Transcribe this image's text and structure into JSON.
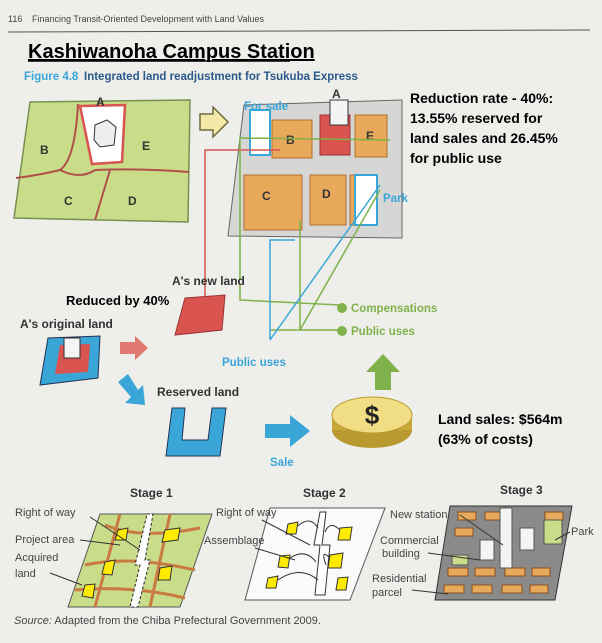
{
  "header": {
    "page_number": "116",
    "running_title": "Financing Transit-Oriented Development with Land Values"
  },
  "title": "Kashiwanoha Campus Station",
  "figure": {
    "number": "Figure 4.8",
    "caption": "Integrated land readjustment for Tsukuba Express"
  },
  "before_map": {
    "parcels": [
      "A",
      "B",
      "E",
      "C",
      "D"
    ]
  },
  "after_map": {
    "for_sale": "For sale",
    "parcels": [
      "A",
      "B",
      "E",
      "C",
      "D"
    ],
    "park": "Park"
  },
  "annotations": {
    "reduction": [
      "Reduction rate - 40%:",
      "13.55% reserved for",
      "land sales and 26.45%",
      "for public use"
    ],
    "reduced": "Reduced by 40%",
    "land_sales": [
      "Land sales: $564m",
      "(63% of costs)"
    ]
  },
  "flow": {
    "new_land": "A's new land",
    "original_land": "A's original land",
    "reserved_land": "Reserved land",
    "public_uses_blue": "Public uses",
    "compensations": "Compensations",
    "public_uses_green": "Public uses",
    "sale": "Sale",
    "coin_symbol": "$"
  },
  "stages": [
    {
      "title": "Stage 1",
      "labels": [
        "Right of way",
        "Project area",
        "Acquired",
        "land"
      ]
    },
    {
      "title": "Stage 2",
      "labels": [
        "Right of way",
        "Assemblage"
      ]
    },
    {
      "title": "Stage 3",
      "labels": [
        "New station",
        "Commercial",
        "building",
        "Residential",
        "parcel",
        "Park"
      ]
    }
  ],
  "source": {
    "prefix": "Source:",
    "text": " Adapted from the Chiba Prefectural Government 2009."
  },
  "colors": {
    "blue": "#3aa6d8",
    "green": "#7fb24a",
    "orange": "#e8a95a",
    "red": "#d9534f",
    "map_green": "#c9dc8a"
  }
}
